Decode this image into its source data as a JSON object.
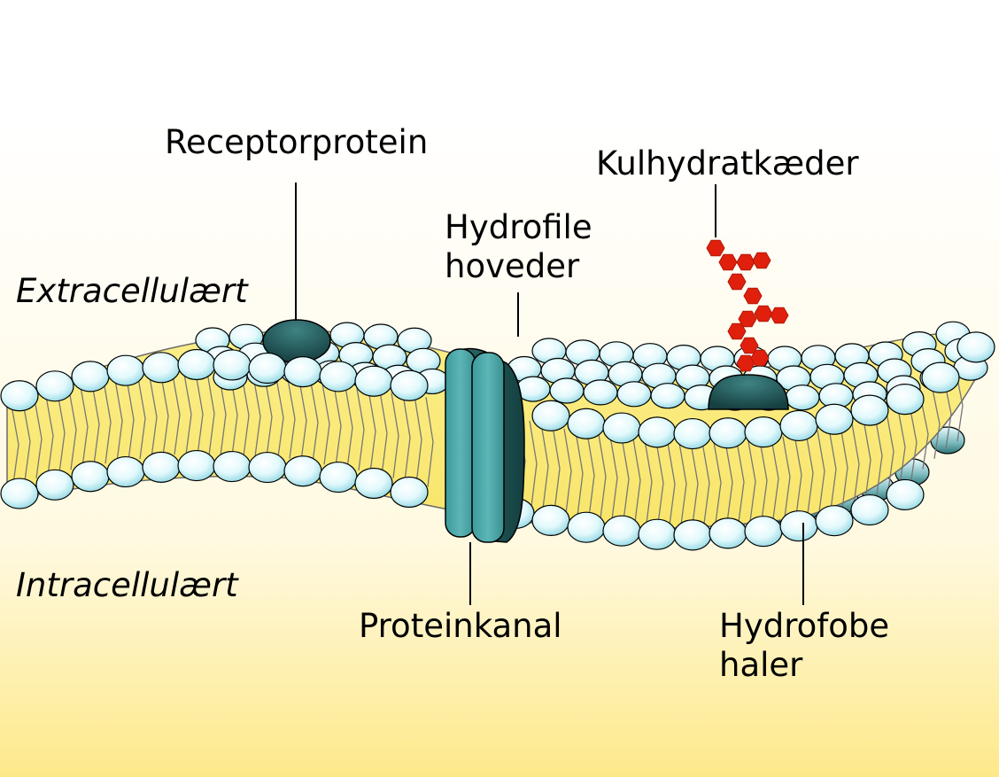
{
  "labels": {
    "receptor": "Receptorprotein",
    "carbohydrate": "Kulhydratkæder",
    "hydrophilic_line1": "Hydrofile",
    "hydrophilic_line2": "hoveder",
    "extracellular": "Extracellulært",
    "intracellular": "Intracellulært",
    "channel": "Proteinkanal",
    "hydrophobic_line1": "Hydrofobe",
    "hydrophobic_line2": "haler"
  },
  "colors": {
    "background_top": "#ffffff",
    "background_bottom": "#fde98a",
    "head_fill": "#e6fbff",
    "head_shadow": "#8fd9e4",
    "tail_fill": "#fbee8a",
    "protein_dark": "#1f5a5a",
    "protein_light": "#4aa7a7",
    "carbohydrate": "#e0200c"
  }
}
